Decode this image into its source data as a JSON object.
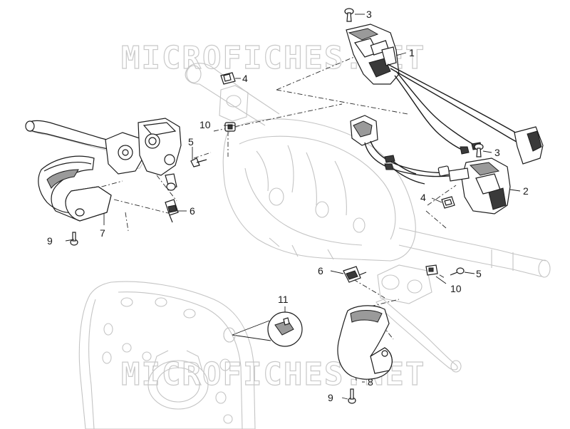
{
  "watermarks": [
    "MICROFICHES.NET",
    "MICROFICHES.NET"
  ],
  "callouts": {
    "c1": "1",
    "c2": "2",
    "c3a": "3",
    "c3b": "3",
    "c4a": "4",
    "c4b": "4",
    "c5a": "5",
    "c5b": "5",
    "c6a": "6",
    "c6b": "6",
    "c7": "7",
    "c8": "8",
    "c9a": "9",
    "c9b": "9",
    "c10a": "10",
    "c10b": "10",
    "c11": "11"
  }
}
